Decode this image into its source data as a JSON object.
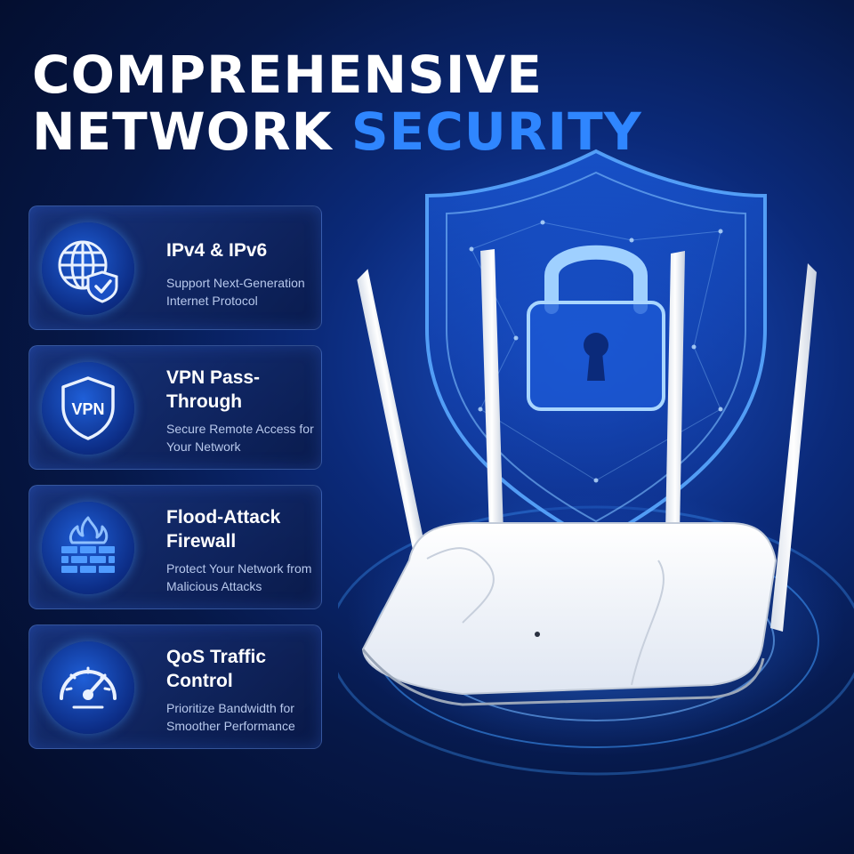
{
  "headline": {
    "line1": "COMPREHENSIVE",
    "line2_white": "NETWORK",
    "line2_accent": "SECURITY"
  },
  "features": [
    {
      "icon": "globe-shield-icon",
      "title": "IPv4 & IPv6",
      "description": "Support Next-Generation Internet Protocol"
    },
    {
      "icon": "vpn-shield-icon",
      "icon_text": "VPN",
      "title": "VPN Pass-Through",
      "description": "Secure Remote Access for Your Network"
    },
    {
      "icon": "firewall-icon",
      "title": "Flood-Attack Firewall",
      "description": "Protect Your Network from Malicious Attacks"
    },
    {
      "icon": "speedometer-icon",
      "title": "QoS Traffic Control",
      "description": "Prioritize Bandwidth for Smoother Performance"
    }
  ],
  "colors": {
    "accent": "#2f86ff",
    "background": "#061848",
    "card_text": "#b7c8ec"
  }
}
